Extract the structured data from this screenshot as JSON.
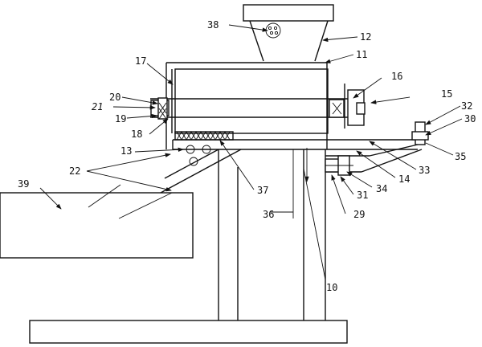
{
  "diagram": {
    "labels": {
      "l38": "38",
      "l12": "12",
      "l11": "11",
      "l17": "17",
      "l16": "16",
      "l15": "15",
      "l20": "20",
      "l21": "21",
      "l19": "19",
      "l18": "18",
      "l32": "32",
      "l30": "30",
      "l13": "13",
      "l35": "35",
      "l22": "22",
      "l33": "33",
      "l14": "14",
      "l34": "34",
      "l31": "31",
      "l39": "39",
      "l37": "37",
      "l29": "29",
      "l36": "36",
      "l10": "10"
    }
  }
}
